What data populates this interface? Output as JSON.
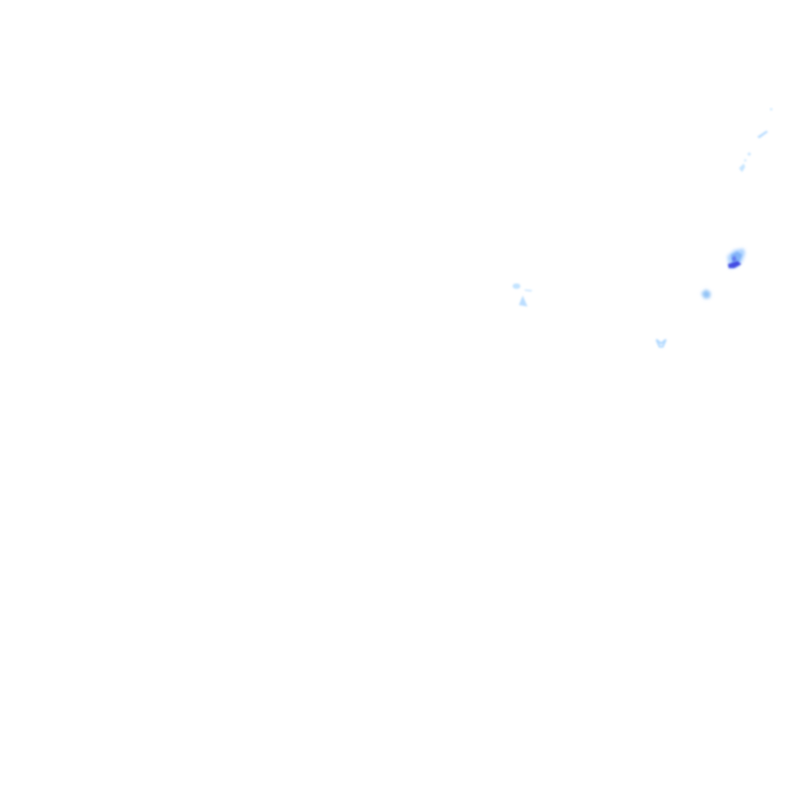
{
  "map": {
    "layer": "precipitation-radar-overlay",
    "background_color": "#ffffff",
    "palette": {
      "light": "#b3dcff",
      "medium": "#7fb8f5",
      "heavy": "#3a3fe0",
      "darkest": "#2a1fcf"
    },
    "cells": [
      {
        "id": "cell-far-northeast",
        "intensity": "light"
      },
      {
        "id": "cell-northeast-streak",
        "intensity": "light"
      },
      {
        "id": "cell-northeast-dots",
        "intensity": "light"
      },
      {
        "id": "cell-northeast-small",
        "intensity": "light"
      },
      {
        "id": "cell-main-storm",
        "intensity": "heavy"
      },
      {
        "id": "cell-east-blob",
        "intensity": "medium"
      },
      {
        "id": "cell-southeast-ring",
        "intensity": "light"
      },
      {
        "id": "cell-central-west",
        "intensity": "light"
      }
    ]
  }
}
